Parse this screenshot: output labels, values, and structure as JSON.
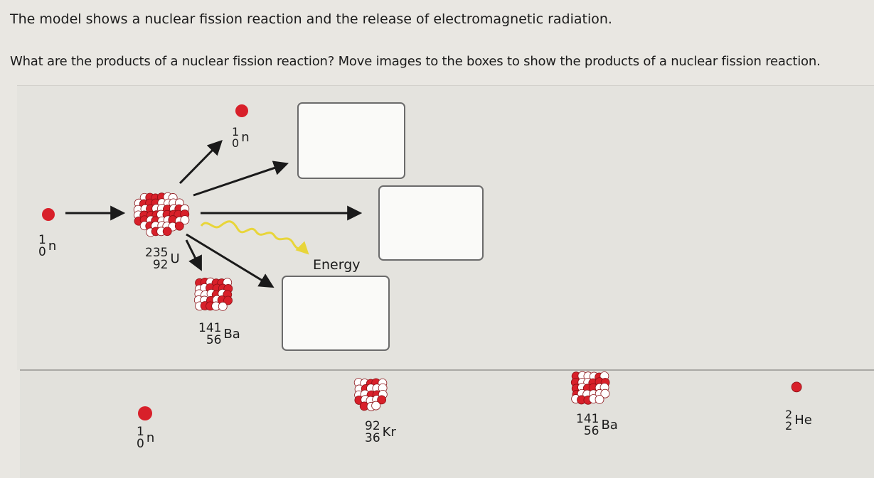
{
  "prompt": {
    "line1": "The model shows a nuclear fission reaction and the release of electromagnetic radiation.",
    "line2": "What are the products of a nuclear fission reaction? Move images to the boxes to show the products of a nuclear fission reaction."
  },
  "model": {
    "incoming_neutron": {
      "mass": "1",
      "atomic": "0",
      "symbol": "n"
    },
    "uranium": {
      "mass": "235",
      "atomic": "92",
      "symbol": "U"
    },
    "ejected_neutron": {
      "mass": "1",
      "atomic": "0",
      "symbol": "n"
    },
    "barium": {
      "mass": "141",
      "atomic": "56",
      "symbol": "Ba"
    },
    "energy_label": "Energy"
  },
  "tray": {
    "items": [
      {
        "mass": "1",
        "atomic": "0",
        "symbol": "n"
      },
      {
        "mass": "92",
        "atomic": "36",
        "symbol": "Kr"
      },
      {
        "mass": "141",
        "atomic": "56",
        "symbol": "Ba"
      },
      {
        "mass": "2",
        "atomic": "2",
        "symbol": "He"
      }
    ]
  },
  "colors": {
    "proton": "#d8202a",
    "neutron": "#ffffff",
    "arrow": "#1a1a1a",
    "energy_wave": "#e8e03a"
  }
}
